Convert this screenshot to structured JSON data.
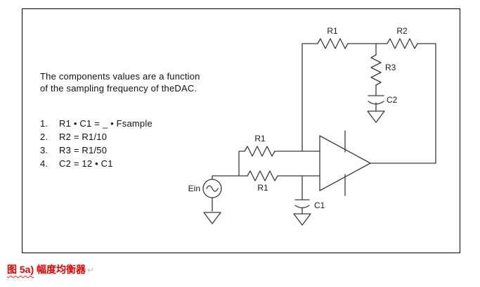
{
  "note": {
    "line1": "The components values are a function",
    "line2": "of the sampling frequency of theDAC.",
    "items": [
      {
        "num": "1.",
        "text": "R1 • C1 = _ • Fsample"
      },
      {
        "num": "2.",
        "text": "R2 = R1/10"
      },
      {
        "num": "3.",
        "text": "R3 = R1/50"
      },
      {
        "num": "4.",
        "text": "C2 = 12 • C1"
      }
    ]
  },
  "circuit": {
    "labels": {
      "r1_feedback": "R1",
      "r2": "R2",
      "r3": "R3",
      "c2": "C2",
      "r1_top_input": "R1",
      "r1_bottom_input": "R1",
      "c1": "C1",
      "ein": "Ein"
    }
  },
  "caption": {
    "figure": "图 5a)",
    "title": " 幅度均衡器",
    "mark": "↵"
  },
  "colors": {
    "caption_red": "#e60000",
    "stroke": "#3a3a3a",
    "text": "#111111"
  }
}
